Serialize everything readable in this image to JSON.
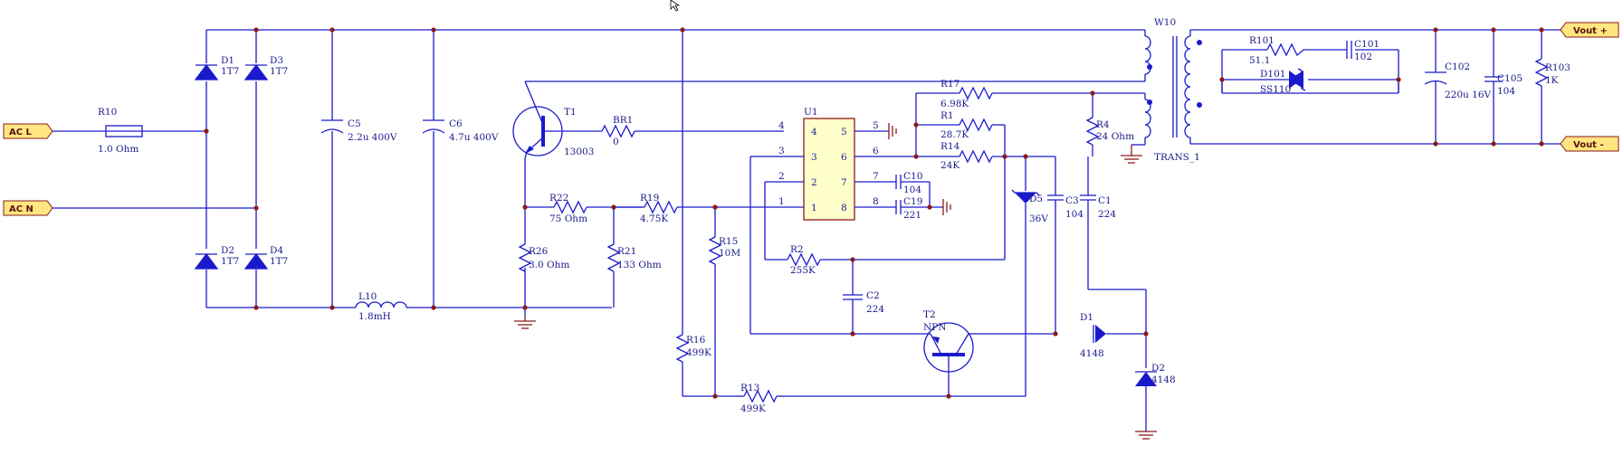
{
  "ports": {
    "acl": "AC L",
    "acn": "AC N",
    "voutp": "Vout +",
    "voutm": "Vout -"
  },
  "labels": {
    "r10": "R10",
    "r10v": "1.0 Ohm",
    "d1": "D1",
    "d1v": "1T7",
    "d2": "D2",
    "d2v": "1T7",
    "d3": "D3",
    "d3v": "1T7",
    "d4": "D4",
    "d4v": "1T7",
    "c5": "C5",
    "c5v": "2.2u 400V",
    "c6": "C6",
    "c6v": "4.7u 400V",
    "l10": "L10",
    "l10v": "1.8mH",
    "t1": "T1",
    "t1v": "13003",
    "br1": "BR1",
    "br1v": "0",
    "r22": "R22",
    "r22v": "75 Ohm",
    "r19": "R19",
    "r19v": "4.75K",
    "r26": "R26",
    "r26v": "3.0 Ohm",
    "r21": "R21",
    "r21v": "133 Ohm",
    "r15": "R15",
    "r15v": "10M",
    "r16": "R16",
    "r16v": "499K",
    "r13": "R13",
    "r13v": "499K",
    "u1": "U1",
    "p1": "1",
    "p2": "2",
    "p3": "3",
    "p4": "4",
    "p5": "5",
    "p6": "6",
    "p7": "7",
    "p8": "8",
    "p4o": "4",
    "p3o": "3",
    "p2o": "2",
    "p1o": "1",
    "p5o": "5",
    "p6o": "6",
    "p7o": "7",
    "p8o": "8",
    "r17": "R17",
    "r17v": "6.98K",
    "r1": "R1",
    "r1v": "28.7K",
    "r14": "R14",
    "r14v": "24K",
    "c10": "C10",
    "c10v": "104",
    "c19": "C19",
    "c19v": "221",
    "r2": "R2",
    "r2v": "255K",
    "c2": "C2",
    "c2v": "224",
    "t2": "T2",
    "t2v": "NPN",
    "d5": "D5",
    "d5v": "36V",
    "c3": "C3",
    "c3v": "104",
    "c1": "C1",
    "c1v": "224",
    "r4": "R4",
    "r4v": "24 Ohm",
    "dd1": "D1",
    "dd1v": "4148",
    "dd2": "D2",
    "dd2v": "4148",
    "w10": "W10",
    "trans": "TRANS_1",
    "r101": "R101",
    "r101v": "51.1",
    "c101": "C101",
    "c101v": "102",
    "d101": "D101",
    "d101v": "SS110",
    "c102": "C102",
    "c102v": "220u 16V",
    "c105": "C105",
    "c105v": "104",
    "r103": "R103",
    "r103v": "1K"
  },
  "colors": {
    "wire": "#1a1acc",
    "junction": "#8b1a1a",
    "port": "#ffe680",
    "label": "#1a1a8c"
  }
}
